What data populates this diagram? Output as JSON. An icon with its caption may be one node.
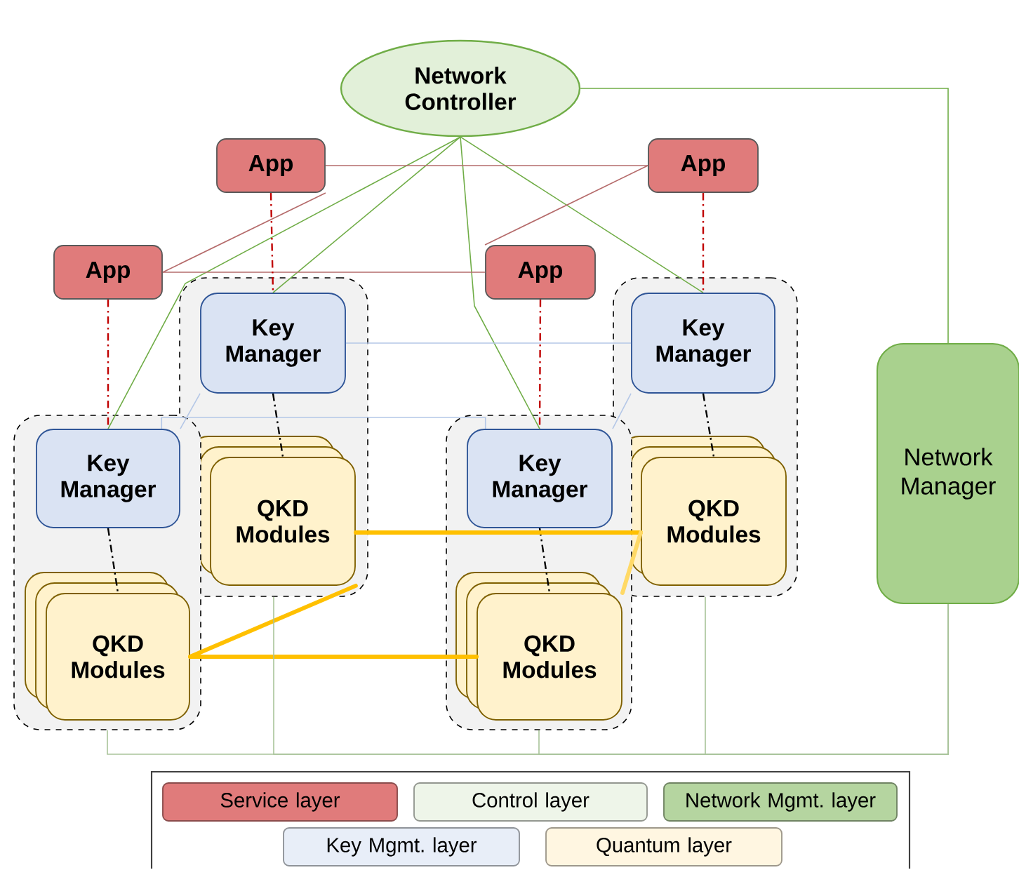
{
  "diagram": {
    "nodes": [
      {
        "text": [
          "Network Controller"
        ]
      },
      {
        "text": [
          "App"
        ]
      },
      {
        "text": [
          "App"
        ]
      },
      {
        "text": [
          "App"
        ]
      },
      {
        "text": [
          "App"
        ]
      },
      {
        "text": [],
        "shape": "box"
      },
      {
        "text": [
          "Key Manager"
        ],
        "in": 5
      },
      {
        "text": [],
        "shape": "box"
      },
      {
        "text": [
          "Key Manager"
        ],
        "in": 7
      },
      {
        "text": [
          "Network Manager"
        ]
      },
      {
        "text": [],
        "shape": "box"
      },
      {
        "text": [
          "Key Manager"
        ],
        "in": 10
      },
      {
        "text": [],
        "shape": "box"
      },
      {
        "text": [
          "Key Manager"
        ],
        "in": 12
      },
      {
        "text": [
          "QKD Modules"
        ],
        "in": 5
      },
      {
        "text": [
          "QKD Modules"
        ],
        "in": 7
      },
      {
        "text": [
          "QKD Modules"
        ],
        "in": 10
      },
      {
        "text": [
          "QKD Modules"
        ],
        "in": 12
      }
    ],
    "edges": [
      {
        "from": 0,
        "to": 11,
        "arrow": "none",
        "color": "#70ad47"
      },
      {
        "from": 0,
        "to": 6,
        "arrow": "none",
        "color": "#70ad47"
      },
      {
        "from": 0,
        "to": 13,
        "arrow": "none",
        "color": "#70ad47"
      },
      {
        "from": 0,
        "to": 8,
        "arrow": "none",
        "color": "#70ad47"
      },
      {
        "from": 0,
        "to": 9,
        "arrow": "none",
        "color": "#70ad47"
      },
      {
        "from": 1,
        "to": 2,
        "arrow": "none",
        "color": "#b56b6b"
      },
      {
        "from": 1,
        "to": 3,
        "arrow": "none",
        "color": "#b56b6b"
      },
      {
        "from": 2,
        "to": 4,
        "arrow": "none",
        "color": "#b56b6b"
      },
      {
        "from": 3,
        "to": 4,
        "arrow": "none",
        "color": "#b56b6b"
      },
      {
        "from": 1,
        "to": 6,
        "arrow": "none",
        "style": "dashed",
        "color": "#c00000"
      },
      {
        "from": 2,
        "to": 8,
        "arrow": "none",
        "style": "dashed",
        "color": "#c00000"
      },
      {
        "from": 3,
        "to": 11,
        "arrow": "none",
        "style": "dashed",
        "color": "#c00000"
      },
      {
        "from": 4,
        "to": 13,
        "arrow": "none",
        "style": "dashed",
        "color": "#c00000"
      },
      {
        "from": 6,
        "to": 8,
        "arrow": "none",
        "color": "#b4c7e7"
      },
      {
        "from": 6,
        "to": 11,
        "arrow": "none",
        "color": "#b4c7e7"
      },
      {
        "from": 8,
        "to": 13,
        "arrow": "none",
        "color": "#b4c7e7"
      },
      {
        "from": 11,
        "to": 13,
        "arrow": "none",
        "color": "#b4c7e7"
      },
      {
        "from": 11,
        "to": 16,
        "arrow": "none",
        "style": "dashed",
        "color": "#000000"
      },
      {
        "from": 6,
        "to": 14,
        "arrow": "none",
        "style": "dashed",
        "color": "#000000"
      },
      {
        "from": 13,
        "to": 17,
        "arrow": "none",
        "style": "dashed",
        "color": "#000000"
      },
      {
        "from": 8,
        "to": 15,
        "arrow": "none",
        "style": "dashed",
        "color": "#000000"
      },
      {
        "from": 16,
        "to": 14,
        "arrow": "none",
        "style": "thick",
        "color": "#ffc000"
      },
      {
        "from": 16,
        "to": 17,
        "arrow": "none",
        "style": "thick",
        "color": "#ffc000"
      },
      {
        "from": 14,
        "to": 15,
        "arrow": "none",
        "style": "thick",
        "color": "#ffc000"
      },
      {
        "from": 17,
        "to": 15,
        "arrow": "none",
        "style": "thick",
        "color": "#ffd966"
      },
      {
        "from": 10,
        "to": 9,
        "arrow": "none",
        "color": "#a9c49a"
      },
      {
        "from": 5,
        "to": 9,
        "arrow": "none",
        "color": "#a9c49a"
      },
      {
        "from": 12,
        "to": 9,
        "arrow": "none",
        "color": "#a9c49a"
      },
      {
        "from": 7,
        "to": 9,
        "arrow": "none",
        "color": "#a9c49a"
      }
    ],
    "legend": [
      {
        "text": "Service layer",
        "color": "#e07b7b"
      },
      {
        "text": "Control layer",
        "color": "#eef5e9"
      },
      {
        "text": "Network Mgmt. layer",
        "color": "#b5d5a0"
      },
      {
        "text": "Key Mgmt. layer",
        "color": "#e8eef8"
      },
      {
        "text": "Quantum layer",
        "color": "#fff6e1"
      }
    ]
  }
}
